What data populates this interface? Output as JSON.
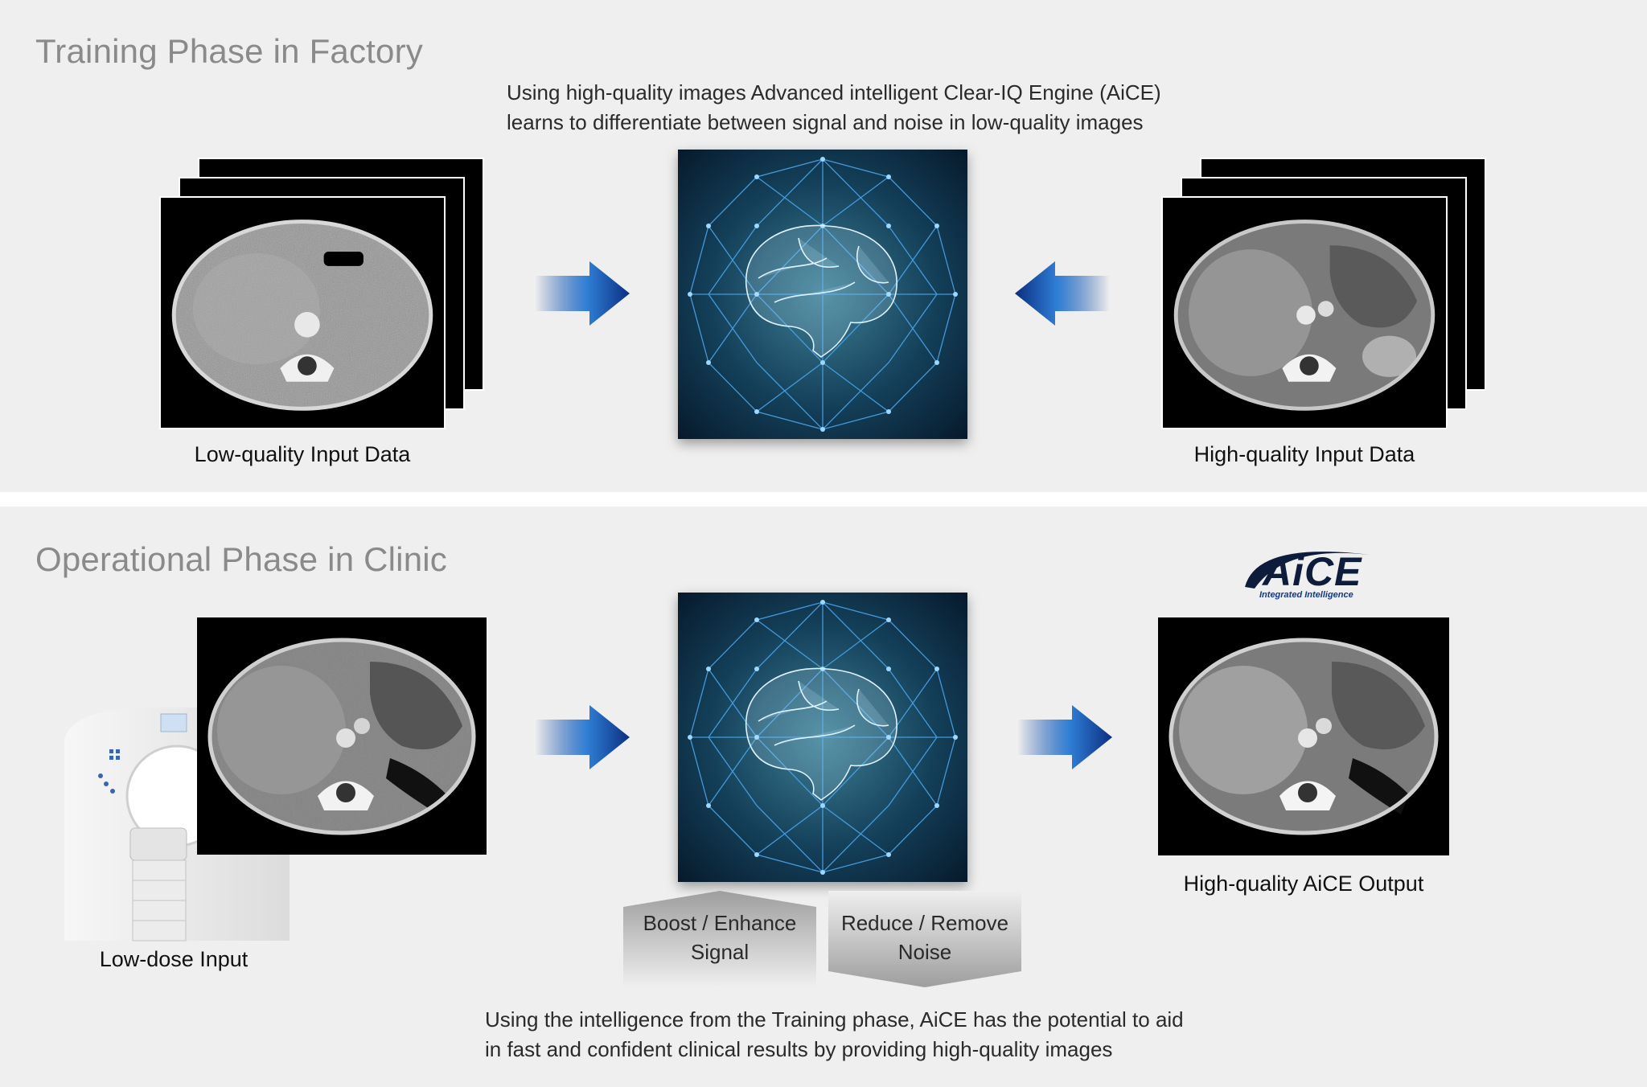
{
  "training": {
    "title": "Training Phase in Factory",
    "description_line1": "Using high-quality images Advanced intelligent Clear-IQ Engine (AiCE)",
    "description_line2": "learns to differentiate between signal and noise in low-quality images",
    "low_quality_caption": "Low-quality Input Data",
    "high_quality_caption": "High-quality Input Data"
  },
  "operational": {
    "title": "Operational Phase in Clinic",
    "low_dose_caption": "Low-dose Input",
    "output_caption": "High-quality AiCE Output",
    "boost_line1": "Boost / Enhance",
    "boost_line2": "Signal",
    "reduce_line1": "Reduce / Remove",
    "reduce_line2": "Noise",
    "description_line1": "Using the intelligence from the Training phase, AiCE has the potential to aid",
    "description_line2": "in fast and confident clinical results by providing high-quality images"
  },
  "logo": {
    "name": "AiCE",
    "tagline": "Integrated Intelligence"
  },
  "colors": {
    "panel_bg": "#efefef",
    "title_gray": "#8a8a8a",
    "arrow_blue": "#0b3f9a",
    "brain_bg": "#0b2a44",
    "logo_navy": "#0e1c3c"
  }
}
